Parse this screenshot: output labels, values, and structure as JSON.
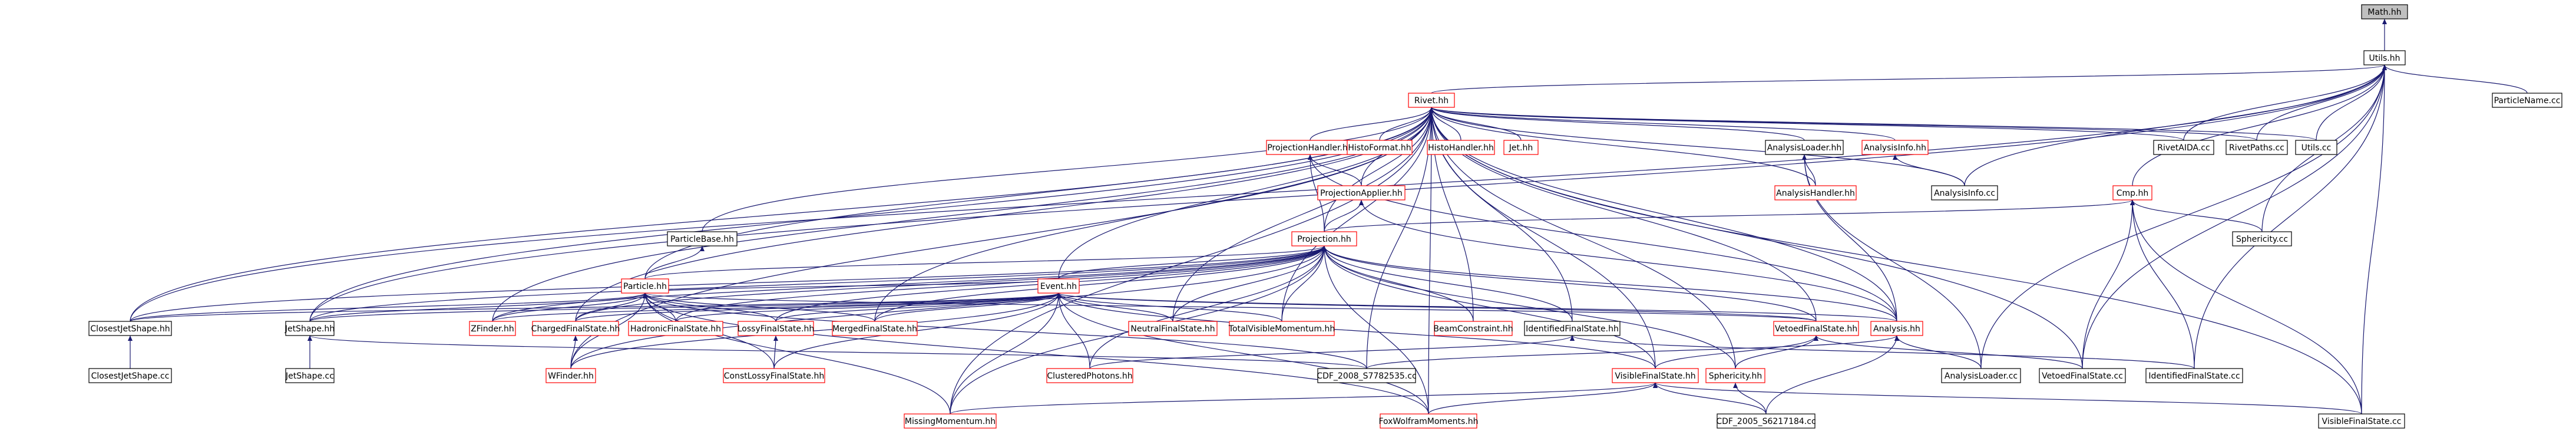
{
  "graph": {
    "title": "Math.hh",
    "edge_color": "#191970",
    "link_color": "#ff0000",
    "nodes": [
      {
        "id": "math",
        "label": "Math.hh",
        "kind": "root"
      },
      {
        "id": "utils_hh",
        "label": "Utils.hh",
        "kind": "plain"
      },
      {
        "id": "rivet_hh",
        "label": "Rivet.hh",
        "kind": "red"
      },
      {
        "id": "particlename_cc",
        "label": "ParticleName.cc",
        "kind": "plain"
      },
      {
        "id": "projhandler",
        "label": "ProjectionHandler.hh",
        "kind": "red"
      },
      {
        "id": "histoformat",
        "label": "HistoFormat.hh",
        "kind": "red"
      },
      {
        "id": "histohandler",
        "label": "HistoHandler.hh",
        "kind": "red"
      },
      {
        "id": "jet_hh",
        "label": "Jet.hh",
        "kind": "red"
      },
      {
        "id": "analysisloader_hh",
        "label": "AnalysisLoader.hh",
        "kind": "plain"
      },
      {
        "id": "analysisinfo_hh",
        "label": "AnalysisInfo.hh",
        "kind": "red"
      },
      {
        "id": "rivetaida",
        "label": "RivetAIDA.cc",
        "kind": "plain"
      },
      {
        "id": "rivetpaths",
        "label": "RivetPaths.cc",
        "kind": "plain"
      },
      {
        "id": "utils_cc",
        "label": "Utils.cc",
        "kind": "plain"
      },
      {
        "id": "analysishandler",
        "label": "AnalysisHandler.hh",
        "kind": "red"
      },
      {
        "id": "analysisinfo_cc",
        "label": "AnalysisInfo.cc",
        "kind": "plain"
      },
      {
        "id": "cmp_hh",
        "label": "Cmp.hh",
        "kind": "red"
      },
      {
        "id": "projapplier",
        "label": "ProjectionApplier.hh",
        "kind": "red"
      },
      {
        "id": "sphericity_cc",
        "label": "Sphericity.cc",
        "kind": "plain"
      },
      {
        "id": "particlebase",
        "label": "ParticleBase.hh",
        "kind": "plain"
      },
      {
        "id": "projection_hh",
        "label": "Projection.hh",
        "kind": "red"
      },
      {
        "id": "particle_hh",
        "label": "Particle.hh",
        "kind": "red"
      },
      {
        "id": "event_hh",
        "label": "Event.hh",
        "kind": "red"
      },
      {
        "id": "closestjetshape_hh",
        "label": "ClosestJetShape.hh",
        "kind": "plain"
      },
      {
        "id": "jetshape_hh",
        "label": "JetShape.hh",
        "kind": "plain"
      },
      {
        "id": "zfinder",
        "label": "ZFinder.hh",
        "kind": "red"
      },
      {
        "id": "chargedfs",
        "label": "ChargedFinalState.hh",
        "kind": "red"
      },
      {
        "id": "hadronicfs",
        "label": "HadronicFinalState.hh",
        "kind": "red"
      },
      {
        "id": "lossyfs",
        "label": "LossyFinalState.hh",
        "kind": "red"
      },
      {
        "id": "mergedfs",
        "label": "MergedFinalState.hh",
        "kind": "red"
      },
      {
        "id": "neutralfs",
        "label": "NeutralFinalState.hh",
        "kind": "red"
      },
      {
        "id": "totalvisible",
        "label": "TotalVisibleMomentum.hh",
        "kind": "red"
      },
      {
        "id": "beamconstraint",
        "label": "BeamConstraint.hh",
        "kind": "red"
      },
      {
        "id": "identifiedfs_hh",
        "label": "IdentifiedFinalState.hh",
        "kind": "plain"
      },
      {
        "id": "vetoedfs_hh",
        "label": "VetoedFinalState.hh",
        "kind": "red"
      },
      {
        "id": "analysis_hh",
        "label": "Analysis.hh",
        "kind": "red"
      },
      {
        "id": "closestjetshape_cc",
        "label": "ClosestJetShape.cc",
        "kind": "plain"
      },
      {
        "id": "jetshape_cc",
        "label": "JetShape.cc",
        "kind": "plain"
      },
      {
        "id": "wfinder",
        "label": "WFinder.hh",
        "kind": "red"
      },
      {
        "id": "constlossyfs",
        "label": "ConstLossyFinalState.hh",
        "kind": "red"
      },
      {
        "id": "clusteredphotons",
        "label": "ClusteredPhotons.hh",
        "kind": "red"
      },
      {
        "id": "cdf2008",
        "label": "CDF_2008_S7782535.cc",
        "kind": "plain"
      },
      {
        "id": "visiblefs_hh",
        "label": "VisibleFinalState.hh",
        "kind": "red"
      },
      {
        "id": "sphericity_hh",
        "label": "Sphericity.hh",
        "kind": "red"
      },
      {
        "id": "analysisloader_cc",
        "label": "AnalysisLoader.cc",
        "kind": "plain"
      },
      {
        "id": "vetoedfs_cc",
        "label": "VetoedFinalState.cc",
        "kind": "plain"
      },
      {
        "id": "identifiedfs_cc",
        "label": "IdentifiedFinalState.cc",
        "kind": "plain"
      },
      {
        "id": "missingmomentum",
        "label": "MissingMomentum.hh",
        "kind": "red"
      },
      {
        "id": "foxwolfram",
        "label": "FoxWolframMoments.hh",
        "kind": "red"
      },
      {
        "id": "cdf2005",
        "label": "CDF_2005_S6217184.cc",
        "kind": "plain"
      },
      {
        "id": "visiblefs_cc",
        "label": "VisibleFinalState.cc",
        "kind": "plain"
      }
    ],
    "edges": [
      [
        "utils_hh",
        "math"
      ],
      [
        "rivet_hh",
        "utils_hh"
      ],
      [
        "particlename_cc",
        "utils_hh"
      ],
      [
        "rivetaida",
        "utils_hh"
      ],
      [
        "rivetpaths",
        "utils_hh"
      ],
      [
        "utils_cc",
        "utils_hh"
      ],
      [
        "analysisinfo_cc",
        "utils_hh"
      ],
      [
        "cmp_hh",
        "utils_hh"
      ],
      [
        "sphericity_cc",
        "utils_hh"
      ],
      [
        "closestjetshape_hh",
        "utils_hh"
      ],
      [
        "jetshape_hh",
        "utils_hh"
      ],
      [
        "analysisloader_cc",
        "utils_hh"
      ],
      [
        "vetoedfs_cc",
        "utils_hh"
      ],
      [
        "identifiedfs_cc",
        "utils_hh"
      ],
      [
        "visiblefs_cc",
        "utils_hh"
      ],
      [
        "projhandler",
        "rivet_hh"
      ],
      [
        "histoformat",
        "rivet_hh"
      ],
      [
        "histohandler",
        "rivet_hh"
      ],
      [
        "jet_hh",
        "rivet_hh"
      ],
      [
        "analysisloader_hh",
        "rivet_hh"
      ],
      [
        "analysisinfo_hh",
        "rivet_hh"
      ],
      [
        "rivetaida",
        "rivet_hh"
      ],
      [
        "rivetpaths",
        "rivet_hh"
      ],
      [
        "utils_cc",
        "rivet_hh"
      ],
      [
        "analysishandler",
        "rivet_hh"
      ],
      [
        "analysisinfo_cc",
        "rivet_hh"
      ],
      [
        "projapplier",
        "rivet_hh"
      ],
      [
        "particlebase",
        "rivet_hh"
      ],
      [
        "projection_hh",
        "rivet_hh"
      ],
      [
        "particle_hh",
        "rivet_hh"
      ],
      [
        "event_hh",
        "rivet_hh"
      ],
      [
        "closestjetshape_hh",
        "rivet_hh"
      ],
      [
        "jetshape_hh",
        "rivet_hh"
      ],
      [
        "zfinder",
        "rivet_hh"
      ],
      [
        "chargedfs",
        "rivet_hh"
      ],
      [
        "mergedfs",
        "rivet_hh"
      ],
      [
        "neutralfs",
        "rivet_hh"
      ],
      [
        "totalvisible",
        "rivet_hh"
      ],
      [
        "beamconstraint",
        "rivet_hh"
      ],
      [
        "identifiedfs_hh",
        "rivet_hh"
      ],
      [
        "vetoedfs_hh",
        "rivet_hh"
      ],
      [
        "analysis_hh",
        "rivet_hh"
      ],
      [
        "wfinder",
        "rivet_hh"
      ],
      [
        "visiblefs_hh",
        "rivet_hh"
      ],
      [
        "sphericity_hh",
        "rivet_hh"
      ],
      [
        "missingmomentum",
        "rivet_hh"
      ],
      [
        "foxwolfram",
        "rivet_hh"
      ],
      [
        "vetoedfs_cc",
        "rivet_hh"
      ],
      [
        "visiblefs_cc",
        "rivet_hh"
      ],
      [
        "cdf2008",
        "rivet_hh"
      ],
      [
        "projection_hh",
        "projhandler"
      ],
      [
        "projapplier",
        "projhandler"
      ],
      [
        "analysis_hh",
        "projhandler"
      ],
      [
        "analysishandler",
        "analysisloader_hh"
      ],
      [
        "analysis_hh",
        "analysisloader_hh"
      ],
      [
        "analysisloader_cc",
        "analysisloader_hh"
      ],
      [
        "analysisinfo_cc",
        "analysisinfo_hh"
      ],
      [
        "projection_hh",
        "cmp_hh"
      ],
      [
        "sphericity_cc",
        "cmp_hh"
      ],
      [
        "vetoedfs_cc",
        "cmp_hh"
      ],
      [
        "identifiedfs_cc",
        "cmp_hh"
      ],
      [
        "visiblefs_cc",
        "cmp_hh"
      ],
      [
        "projection_hh",
        "projapplier"
      ],
      [
        "analysis_hh",
        "projapplier"
      ],
      [
        "particle_hh",
        "particlebase"
      ],
      [
        "particle_hh",
        "projection_hh"
      ],
      [
        "event_hh",
        "projection_hh"
      ],
      [
        "closestjetshape_hh",
        "projection_hh"
      ],
      [
        "jetshape_hh",
        "projection_hh"
      ],
      [
        "zfinder",
        "projection_hh"
      ],
      [
        "chargedfs",
        "projection_hh"
      ],
      [
        "hadronicfs",
        "projection_hh"
      ],
      [
        "lossyfs",
        "projection_hh"
      ],
      [
        "mergedfs",
        "projection_hh"
      ],
      [
        "neutralfs",
        "projection_hh"
      ],
      [
        "totalvisible",
        "projection_hh"
      ],
      [
        "beamconstraint",
        "projection_hh"
      ],
      [
        "identifiedfs_hh",
        "projection_hh"
      ],
      [
        "vetoedfs_hh",
        "projection_hh"
      ],
      [
        "analysis_hh",
        "projection_hh"
      ],
      [
        "wfinder",
        "projection_hh"
      ],
      [
        "clusteredphotons",
        "projection_hh"
      ],
      [
        "visiblefs_hh",
        "projection_hh"
      ],
      [
        "sphericity_hh",
        "projection_hh"
      ],
      [
        "missingmomentum",
        "projection_hh"
      ],
      [
        "foxwolfram",
        "projection_hh"
      ],
      [
        "event_hh",
        "particle_hh"
      ],
      [
        "closestjetshape_hh",
        "particle_hh"
      ],
      [
        "jetshape_hh",
        "particle_hh"
      ],
      [
        "zfinder",
        "particle_hh"
      ],
      [
        "chargedfs",
        "particle_hh"
      ],
      [
        "hadronicfs",
        "particle_hh"
      ],
      [
        "lossyfs",
        "particle_hh"
      ],
      [
        "mergedfs",
        "particle_hh"
      ],
      [
        "vetoedfs_hh",
        "particle_hh"
      ],
      [
        "constlossyfs",
        "particle_hh"
      ],
      [
        "missingmomentum",
        "particle_hh"
      ],
      [
        "foxwolfram",
        "particle_hh"
      ],
      [
        "wfinder",
        "particle_hh"
      ],
      [
        "cdf2008",
        "particle_hh"
      ],
      [
        "closestjetshape_hh",
        "event_hh"
      ],
      [
        "jetshape_hh",
        "event_hh"
      ],
      [
        "zfinder",
        "event_hh"
      ],
      [
        "chargedfs",
        "event_hh"
      ],
      [
        "hadronicfs",
        "event_hh"
      ],
      [
        "lossyfs",
        "event_hh"
      ],
      [
        "mergedfs",
        "event_hh"
      ],
      [
        "neutralfs",
        "event_hh"
      ],
      [
        "totalvisible",
        "event_hh"
      ],
      [
        "vetoedfs_hh",
        "event_hh"
      ],
      [
        "analysis_hh",
        "event_hh"
      ],
      [
        "wfinder",
        "event_hh"
      ],
      [
        "constlossyfs",
        "event_hh"
      ],
      [
        "clusteredphotons",
        "event_hh"
      ],
      [
        "visiblefs_hh",
        "event_hh"
      ],
      [
        "missingmomentum",
        "event_hh"
      ],
      [
        "foxwolfram",
        "event_hh"
      ],
      [
        "closestjetshape_cc",
        "closestjetshape_hh"
      ],
      [
        "jetshape_cc",
        "jetshape_hh"
      ],
      [
        "cdf2008",
        "jetshape_hh"
      ],
      [
        "wfinder",
        "chargedfs"
      ],
      [
        "constlossyfs",
        "lossyfs"
      ],
      [
        "clusteredphotons",
        "identifiedfs_hh"
      ],
      [
        "identifiedfs_cc",
        "identifiedfs_hh"
      ],
      [
        "visiblefs_hh",
        "vetoedfs_hh"
      ],
      [
        "sphericity_hh",
        "vetoedfs_hh"
      ],
      [
        "vetoedfs_cc",
        "vetoedfs_hh"
      ],
      [
        "analysisloader_cc",
        "analysis_hh"
      ],
      [
        "cdf2005",
        "analysis_hh"
      ],
      [
        "cdf2008",
        "analysis_hh"
      ],
      [
        "missingmomentum",
        "visiblefs_hh"
      ],
      [
        "foxwolfram",
        "visiblefs_hh"
      ],
      [
        "cdf2005",
        "visiblefs_hh"
      ],
      [
        "visiblefs_cc",
        "visiblefs_hh"
      ],
      [
        "cdf2005",
        "sphericity_hh"
      ]
    ]
  }
}
